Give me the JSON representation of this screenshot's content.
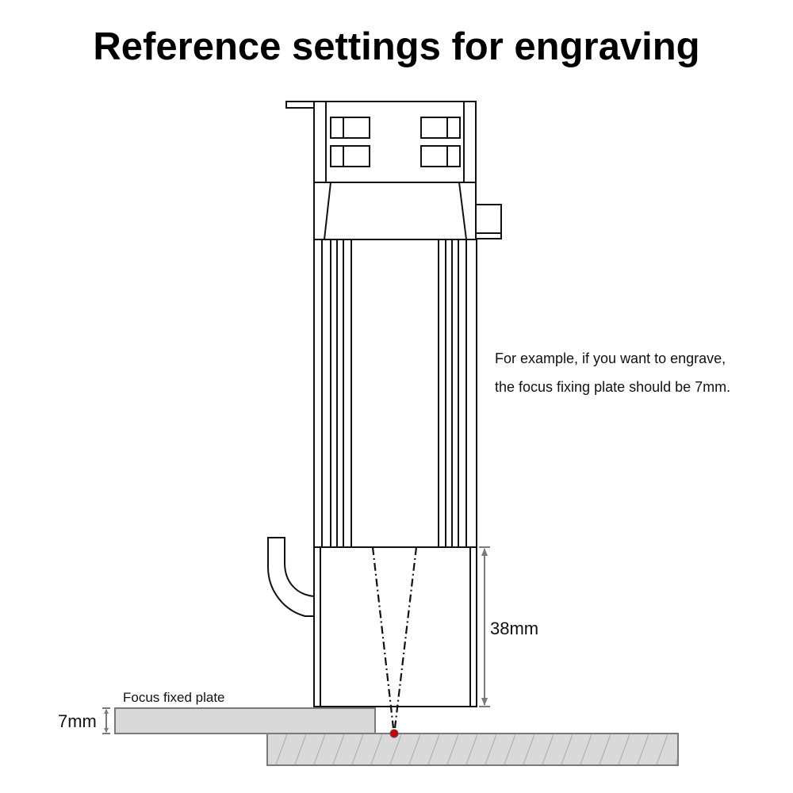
{
  "title": "Reference settings for engraving",
  "note": {
    "line1": "For example, if you want to engrave,",
    "line2": "the focus fixing plate should be 7mm."
  },
  "labels": {
    "nozzle_height": "38mm",
    "plate_thickness": "7mm",
    "plate_name": "Focus fixed plate"
  },
  "colors": {
    "focus_point": "#cc0000",
    "plate_fill": "#d9d9d9",
    "dimension": "#7a7a7a"
  }
}
